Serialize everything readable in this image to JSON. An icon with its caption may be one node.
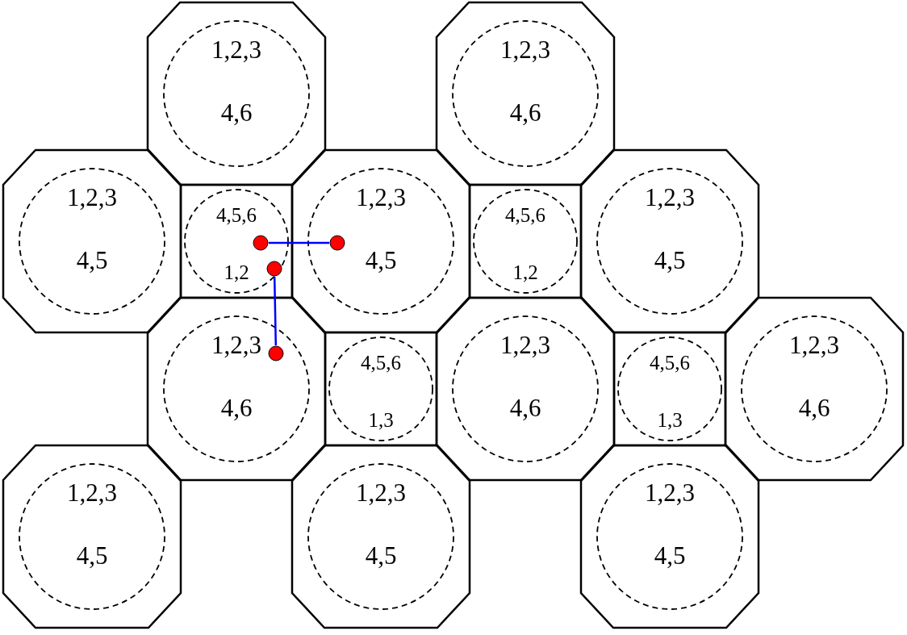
{
  "diagram": {
    "nodes": [
      {
        "text": [],
        "shape": "octagon"
      },
      {
        "text": [
          "1,2,3",
          "4,6"
        ],
        "in": 0
      },
      {
        "text": [],
        "shape": "octagon"
      },
      {
        "text": [
          "1,2,3",
          "4,6"
        ],
        "in": 2
      },
      {
        "text": [],
        "shape": "octagon"
      },
      {
        "text": [
          "1,2,3",
          "4,5"
        ],
        "in": 4
      },
      {
        "text": [],
        "shape": "box"
      },
      {
        "text": [
          "4,5,6",
          "1,2"
        ],
        "in": 6
      },
      {
        "text": [],
        "shape": "circle",
        "in": 7
      },
      {
        "text": [],
        "shape": "circle",
        "in": 7
      },
      {
        "text": [],
        "shape": "octagon"
      },
      {
        "text": [
          "1,2,3",
          "4,5"
        ],
        "in": 10
      },
      {
        "text": [],
        "shape": "circle",
        "in": 11
      },
      {
        "text": [],
        "shape": "box"
      },
      {
        "text": [
          "4,5,6",
          "1,2"
        ],
        "in": 13
      },
      {
        "text": [],
        "shape": "octagon"
      },
      {
        "text": [
          "1,2,3",
          "4,5"
        ],
        "in": 15
      },
      {
        "text": [],
        "shape": "octagon"
      },
      {
        "text": [
          "1,2,3",
          "4,6"
        ],
        "in": 17
      },
      {
        "text": [],
        "shape": "circle",
        "in": 18
      },
      {
        "text": [],
        "shape": "box"
      },
      {
        "text": [
          "4,5,6",
          "1,3"
        ],
        "in": 20
      },
      {
        "text": [],
        "shape": "octagon"
      },
      {
        "text": [
          "1,2,3",
          "4,6"
        ],
        "in": 22
      },
      {
        "text": [],
        "shape": "box"
      },
      {
        "text": [
          "4,5,6",
          "1,3"
        ],
        "in": 24
      },
      {
        "text": [],
        "shape": "octagon"
      },
      {
        "text": [
          "1,2,3",
          "4,6"
        ],
        "in": 26
      },
      {
        "text": [],
        "shape": "octagon"
      },
      {
        "text": [
          "1,2,3",
          "4,5"
        ],
        "in": 28
      },
      {
        "text": [],
        "shape": "octagon"
      },
      {
        "text": [
          "1,2,3",
          "4,5"
        ],
        "in": 30
      },
      {
        "text": [],
        "shape": "octagon"
      },
      {
        "text": [
          "1,2,3",
          "4,5"
        ],
        "in": 32
      }
    ],
    "edges": [
      {
        "from": 8,
        "to": 12,
        "arrow": "none"
      },
      {
        "from": 9,
        "to": 19,
        "arrow": "none"
      }
    ]
  }
}
